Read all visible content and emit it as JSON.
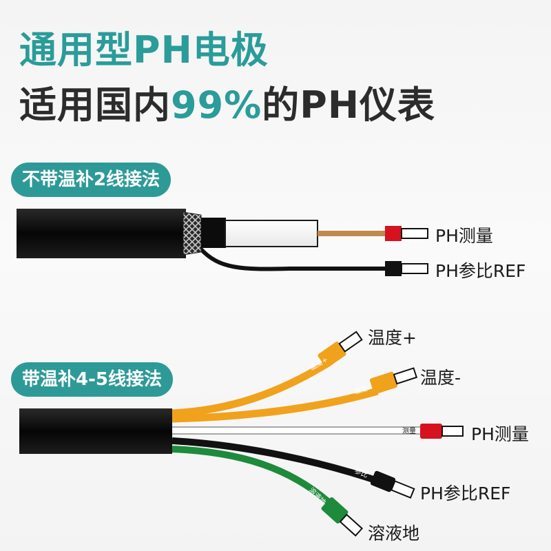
{
  "headline": {
    "line1": "通用型PH电极",
    "line2_prefix": "适用国内",
    "line2_highlight": "99%",
    "line2_suffix": "的PH仪表"
  },
  "section1": {
    "title": "不带温补2线接法",
    "labels": {
      "ph_measure": "PH测量",
      "ph_ref": "PH参比REF"
    }
  },
  "section2": {
    "title": "带温补4-5线接法",
    "labels": {
      "temp_plus": "温度+",
      "temp_minus": "温度-",
      "ph_measure": "PH测量",
      "ph_ref": "PH参比REF",
      "solution_ground": "溶液地"
    },
    "wire_tags": {
      "temp_plus": "温度+",
      "temp_minus": "温度-",
      "ph_measure": "测量",
      "ph_ref": "参比",
      "solution_ground": "溶液地"
    }
  },
  "colors": {
    "teal": "#2e9a97",
    "orange": "#f0a21c",
    "green": "#1e8a3c",
    "red": "#d6121e",
    "black": "#111111",
    "brown": "#c08a4e"
  }
}
